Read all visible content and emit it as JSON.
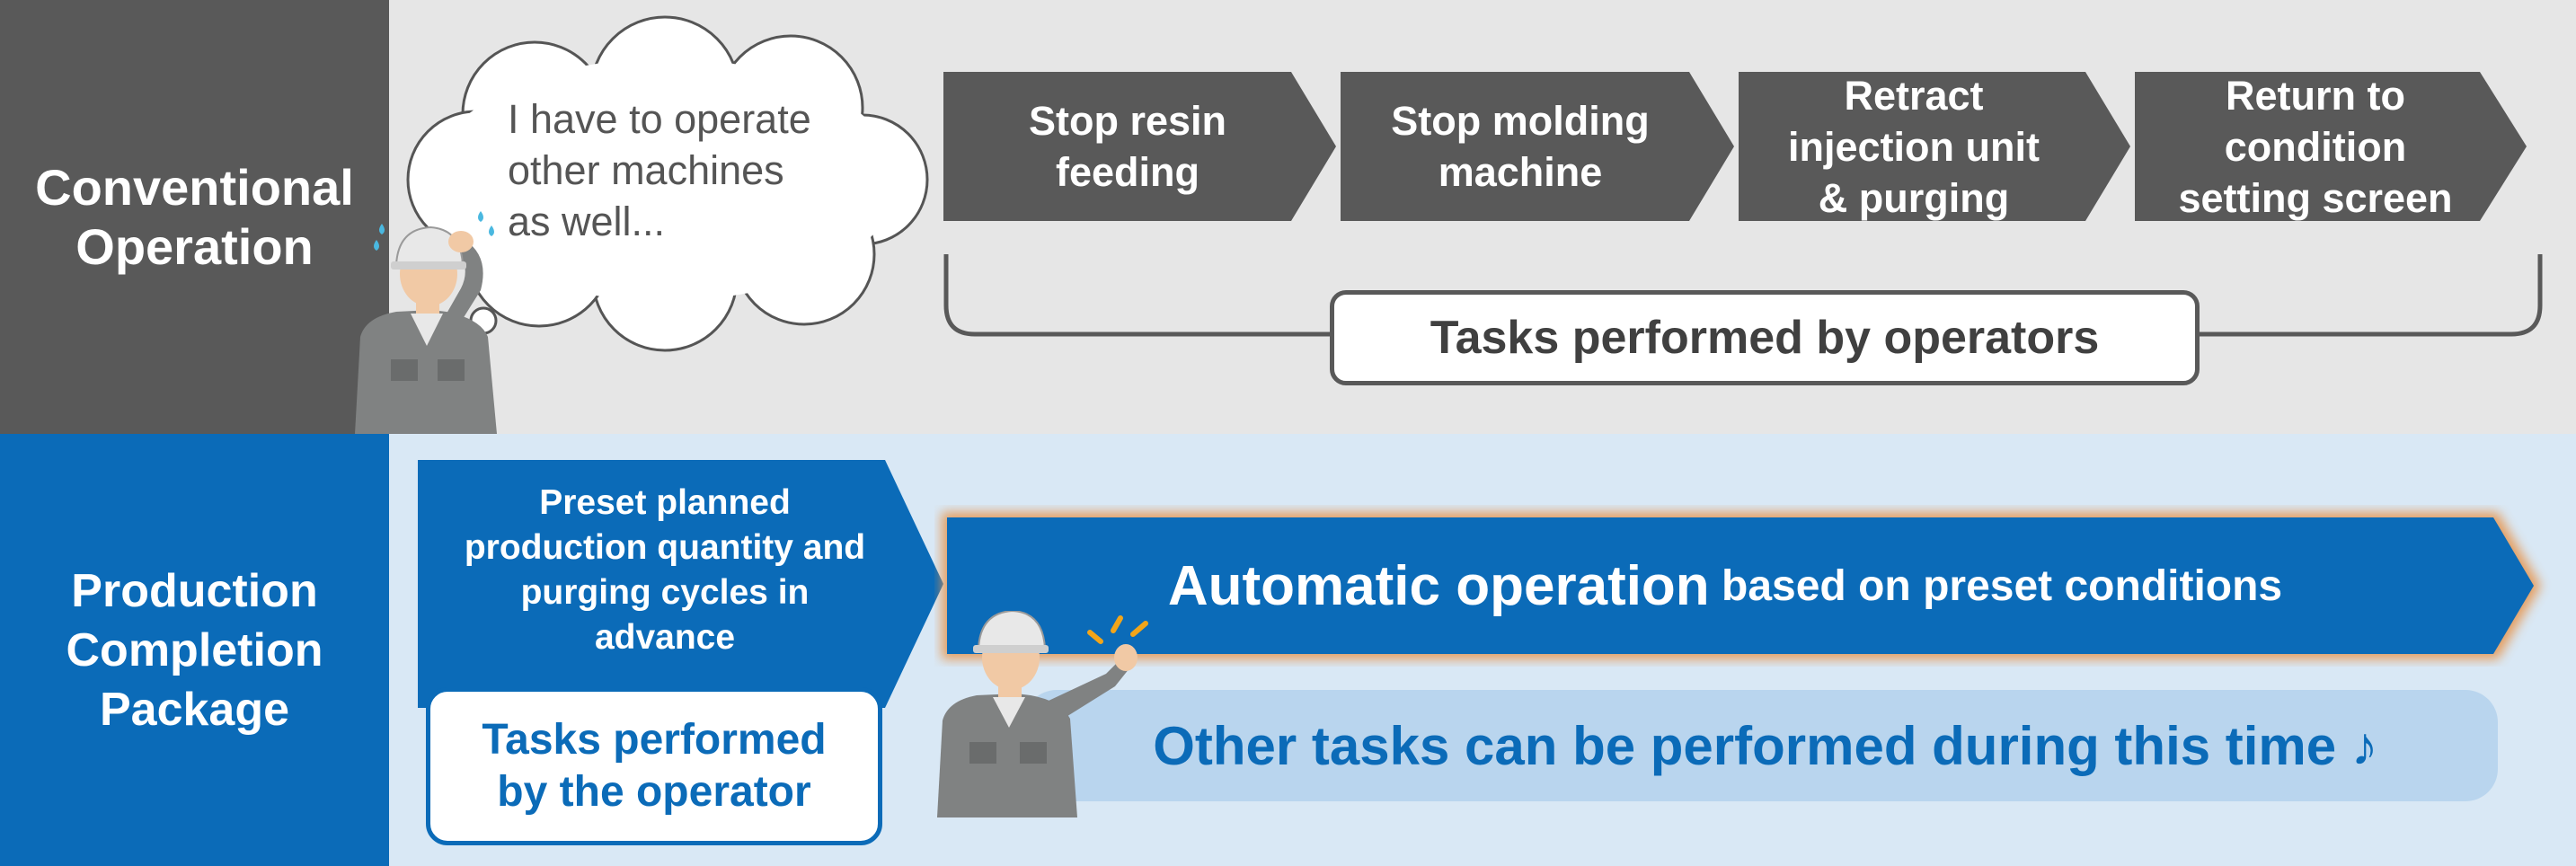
{
  "colors": {
    "conventional_label_bg": "#595959",
    "conventional_area_bg": "#e6e6e6",
    "package_label_bg": "#0b6bb8",
    "package_area_bg": "#d9e8f5",
    "step_arrow": "#595959",
    "blue_arrow": "#0b6bb8",
    "highlight_text": "#0b6bb8"
  },
  "conventional": {
    "label": "Conventional\nOperation",
    "thought": "I have to operate\nother machines\nas well...",
    "steps": [
      {
        "label": "Stop resin\nfeeding"
      },
      {
        "label": "Stop molding\nmachine"
      },
      {
        "label": "Retract\ninjection unit\n& purging"
      },
      {
        "label": "Return to\ncondition\nsetting screen"
      }
    ],
    "tasks_label": "Tasks performed by operators"
  },
  "package": {
    "label": "Production\nCompletion\nPackage",
    "preset": "Preset planned\nproduction quantity and\npurging cycles in\nadvance",
    "operator_tasks": "Tasks performed\nby the operator",
    "auto_main": "Automatic operation",
    "auto_rest": " based on preset conditions",
    "other_tasks": "Other tasks can be performed during this time ♪"
  }
}
